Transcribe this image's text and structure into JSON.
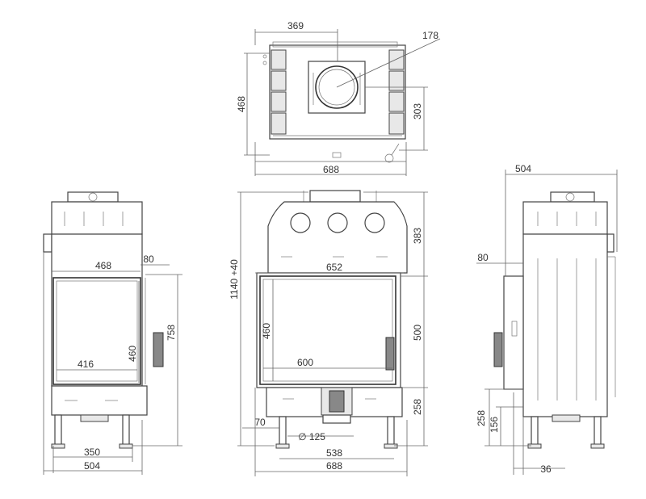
{
  "top_view": {
    "dims": {
      "width": "369",
      "diameter": "178",
      "depth": "468",
      "center": "303",
      "total_width": "688"
    }
  },
  "left_view": {
    "dims": {
      "inner_width": "468",
      "offset": "80",
      "glass_width": "416",
      "glass_height": "460",
      "opening_height": "758",
      "leg_span": "350",
      "total_width": "504"
    }
  },
  "front_view": {
    "dims": {
      "total_height": "1140 +40",
      "top_section": "383",
      "opening_width": "652",
      "glass_height": "460",
      "glass_width": "600",
      "opening_height": "500",
      "base_height": "258",
      "leg_offset": "70",
      "air_inlet": "∅ 125",
      "leg_span": "538",
      "total_width": "688"
    }
  },
  "right_view": {
    "dims": {
      "total_depth": "504",
      "offset": "80",
      "base_height": "258",
      "inlet_height": "156",
      "inlet_offset": "36"
    }
  }
}
